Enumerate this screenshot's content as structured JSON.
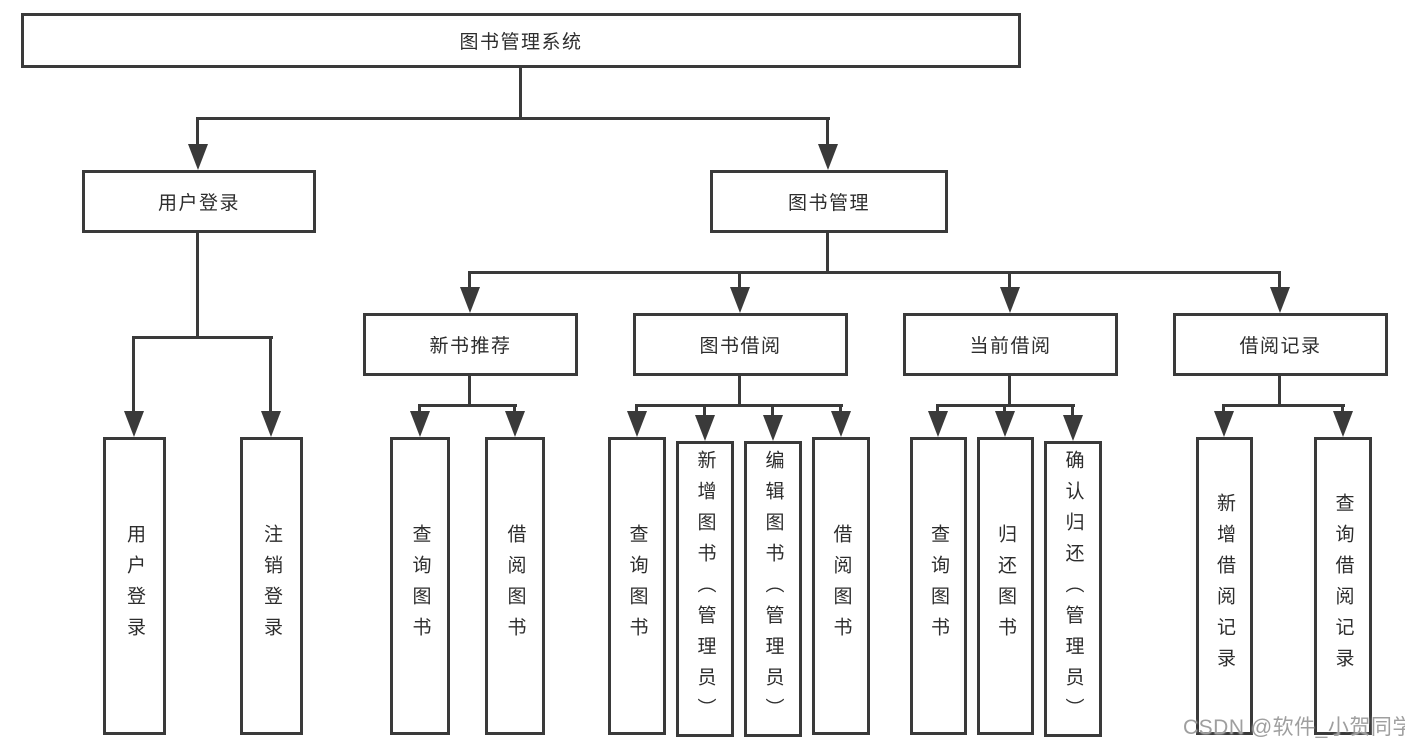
{
  "colors": {
    "background": "#ffffff",
    "box_border": "#3a3a3a",
    "connector_line": "#3a3a3a",
    "text": "#2d2d2d",
    "watermark": "#9f9f9f"
  },
  "watermark": {
    "text": "CSDN @软件_小贺同学"
  },
  "tree": {
    "root": {
      "label": "图书管理系统"
    },
    "children": [
      {
        "label": "用户登录",
        "children": [
          {
            "label": "用户登录"
          },
          {
            "label": "注销登录"
          }
        ]
      },
      {
        "label": "图书管理",
        "children": [
          {
            "label": "新书推荐",
            "children": [
              {
                "label": "查询图书"
              },
              {
                "label": "借阅图书"
              }
            ]
          },
          {
            "label": "图书借阅",
            "children": [
              {
                "label": "查询图书"
              },
              {
                "label": "新增图书（管理员）"
              },
              {
                "label": "编辑图书（管理员）"
              },
              {
                "label": "借阅图书"
              }
            ]
          },
          {
            "label": "当前借阅",
            "children": [
              {
                "label": "查询图书"
              },
              {
                "label": "归还图书"
              },
              {
                "label": "确认归还（管理员）"
              }
            ]
          },
          {
            "label": "借阅记录",
            "children": [
              {
                "label": "新增借阅记录"
              },
              {
                "label": "查询借阅记录"
              }
            ]
          }
        ]
      }
    ]
  }
}
